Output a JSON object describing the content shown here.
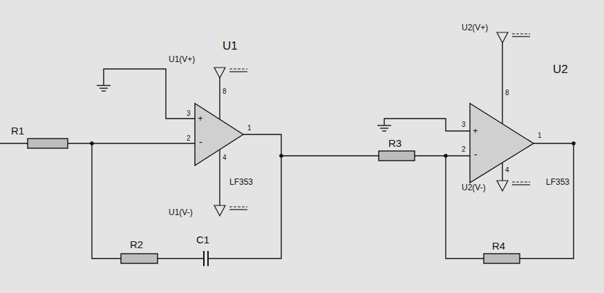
{
  "diagram": {
    "labels": [
      "U1(V+)",
      "U1",
      "8",
      "3",
      "+",
      "2",
      "-",
      "1",
      "4",
      "U1(V-)",
      "LF353",
      "R1",
      "R2",
      "C1",
      "U2(V+)",
      "U2",
      "8",
      "3",
      "+",
      "2",
      "-",
      "1",
      "4",
      "U2(V-)",
      "LF353",
      "R3",
      "R4"
    ]
  }
}
